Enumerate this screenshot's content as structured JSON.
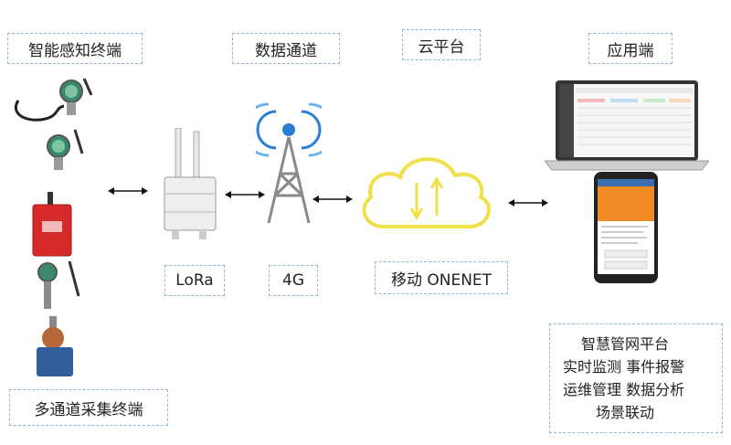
{
  "labels": {
    "sensing_terminal": "智能感知终端",
    "data_channel": "数据通道",
    "cloud_platform": "云平台",
    "application": "应用端",
    "lora": "LoRa",
    "network_4g": "4G",
    "onenet": "移动 ONENET",
    "multi_channel_terminal": "多通道采集终端"
  },
  "platform_features": {
    "lines": [
      "智慧管网平台",
      "实时监测  事件报警",
      "运维管理  数据分析",
      "场景联动"
    ]
  },
  "colors": {
    "box_border": "#8fb4d8",
    "cloud_stroke": "#f0e04a",
    "signal_blue": "#2a7fd4",
    "device_red": "#d62a2a",
    "phone_orange": "#f08a24"
  }
}
